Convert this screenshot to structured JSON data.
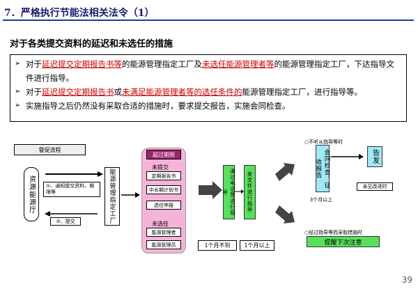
{
  "header": {
    "title": "7．严格执行节能法相关法令（1）",
    "subtitle": "对于各类提交资料的延迟和未选任的措施"
  },
  "bullets": [
    {
      "marker": "➢",
      "parts": [
        {
          "t": "对于",
          "red": false
        },
        {
          "t": "延迟提交定期报告书等",
          "red": true
        },
        {
          "t": "的能源管理指定工厂及",
          "red": false
        },
        {
          "t": "未选任能源管理者等",
          "red": true
        },
        {
          "t": "的能源管理指定工厂，下达指导文件进行指导。",
          "red": false
        }
      ]
    },
    {
      "marker": "➢",
      "parts": [
        {
          "t": "对于",
          "red": false
        },
        {
          "t": "延迟提交定期报告书",
          "red": true
        },
        {
          "t": "或",
          "red": false
        },
        {
          "t": "未满足能源管理者等的选任条件的",
          "red": true
        },
        {
          "t": "能源管理指定工厂，进行指导等。",
          "red": false
        }
      ]
    },
    {
      "marker": "➢",
      "parts": [
        {
          "t": "实施指导之后仍然没有采取合适的措施时，要求提交报告，实施会同检查。",
          "red": false
        }
      ]
    }
  ],
  "diagram": {
    "flow_header": "督促流程",
    "agency": "资源能源厅",
    "arrow1_label": "①、通知提交资料、期限等",
    "arrow2_label": "②、提交",
    "factory": "能源管理指定工厂",
    "overdue_header": "超过期限",
    "not_submitted": "未提交",
    "doc1": "定期报告书",
    "doc2": "中长期计划书",
    "doc3": "选任申报",
    "not_appointed": "未选任",
    "person1": "能源管理者",
    "person2": "能源管理员",
    "phone_guidance": "通过电话等进行指导",
    "doc_guidance": "发文件进行指导",
    "under_1month": "1个月不到",
    "over_1month": "1个月以上",
    "top_note": "○不听从指导等时",
    "inspection": "会同检查，征收报告",
    "over_3months": "3个月以上",
    "warning": "告发",
    "not_improved": "未见改进时",
    "bottom_note": "○经过指导等而采取措施时",
    "reminder": "提醒下次注意"
  },
  "page_number": "39"
}
